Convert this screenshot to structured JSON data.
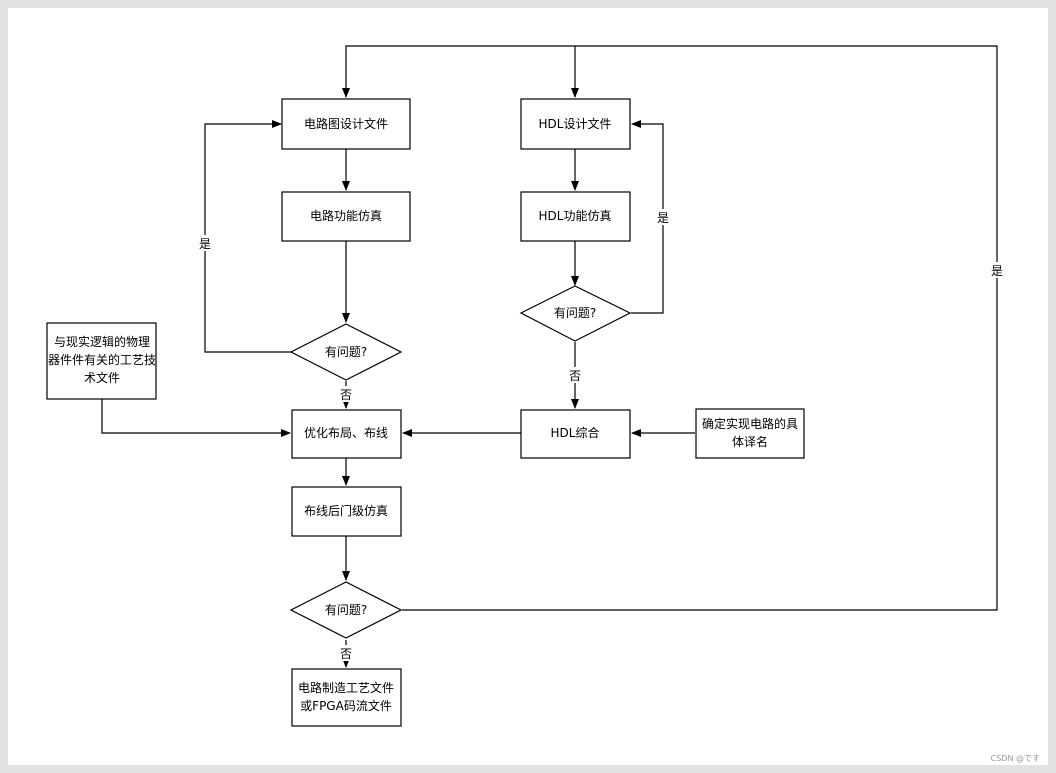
{
  "nodes": {
    "schematic_file": "电路图设计文件",
    "circuit_sim": "电路功能仿真",
    "problem1": "有问题?",
    "hdl_file": "HDL设计文件",
    "hdl_sim": "HDL功能仿真",
    "problem2": "有问题?",
    "tech_file": [
      "与现实逻辑的物理",
      "器件件有关的工艺技",
      "术文件"
    ],
    "optimize": "优化布局、布线",
    "hdl_synth": "HDL综合",
    "target_device": [
      "确定实现电路的具",
      "体译名"
    ],
    "post_route_sim": "布线后门级仿真",
    "problem3": "有问题?",
    "output_file": [
      "电路制造工艺文件",
      "或FPGA码流文件"
    ]
  },
  "edges": {
    "yes": "是",
    "no": "否"
  },
  "watermark": "CSDN @です"
}
